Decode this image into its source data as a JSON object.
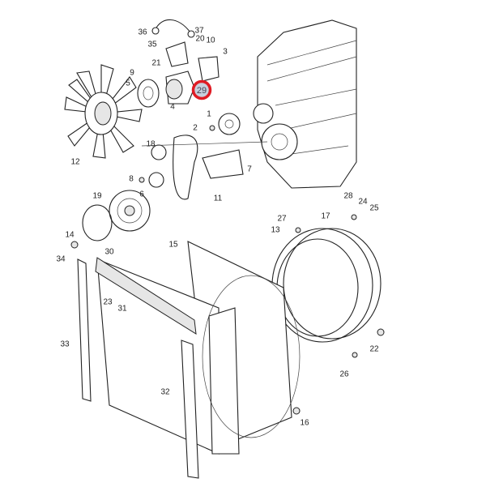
{
  "diagram": {
    "title": "Engine cooling fan, pulleys and radiator exploded view",
    "highlight_color": "#e01b24",
    "highlighted_callout": "29",
    "callouts": [
      "36",
      "37",
      "35",
      "20",
      "10",
      "21",
      "3",
      "9",
      "4",
      "5",
      "29",
      "1",
      "2",
      "18",
      "12",
      "7",
      "8",
      "6",
      "11",
      "19",
      "28",
      "24",
      "25",
      "27",
      "17",
      "13",
      "14",
      "15",
      "34",
      "30",
      "23",
      "31",
      "33",
      "32",
      "22",
      "26",
      "16"
    ]
  }
}
